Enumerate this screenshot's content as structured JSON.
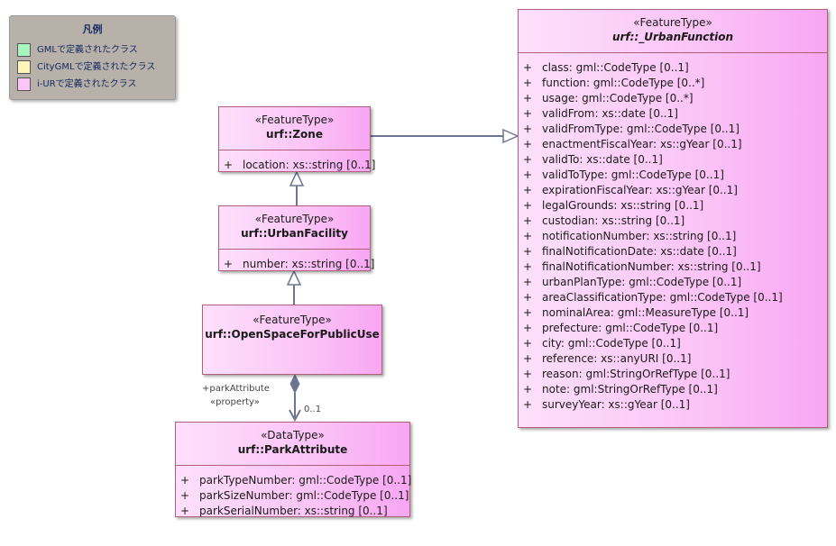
{
  "legend": {
    "title": "凡例",
    "items": [
      {
        "label": "GMLで定義されたクラス",
        "color": "#a8f5c0"
      },
      {
        "label": "CityGMLで定義されたクラス",
        "color": "#fdf6b8"
      },
      {
        "label": "i-URで定義されたクラス",
        "color": "#fbc6f7"
      }
    ]
  },
  "classes": {
    "urban_function": {
      "stereotype": "«FeatureType»",
      "name": "urf::_UrbanFunction",
      "attributes": [
        {
          "vis": "+",
          "text": "class: gml::CodeType [0..1]"
        },
        {
          "vis": "+",
          "text": "function: gml::CodeType [0..*]"
        },
        {
          "vis": "+",
          "text": "usage: gml::CodeType [0..*]"
        },
        {
          "vis": "+",
          "text": "validFrom: xs::date [0..1]"
        },
        {
          "vis": "+",
          "text": "validFromType: gml::CodeType [0..1]"
        },
        {
          "vis": "+",
          "text": "enactmentFiscalYear: xs::gYear [0..1]"
        },
        {
          "vis": "+",
          "text": "validTo: xs::date [0..1]"
        },
        {
          "vis": "+",
          "text": "validToType: gml::CodeType [0..1]"
        },
        {
          "vis": "+",
          "text": "expirationFiscalYear: xs::gYear [0..1]"
        },
        {
          "vis": "+",
          "text": "legalGrounds: xs::string [0..1]"
        },
        {
          "vis": "+",
          "text": "custodian: xs::string [0..1]"
        },
        {
          "vis": "+",
          "text": "notificationNumber: xs::string [0..1]"
        },
        {
          "vis": "+",
          "text": "finalNotificationDate: xs::date [0..1]"
        },
        {
          "vis": "+",
          "text": "finalNotificationNumber: xs::string [0..1]"
        },
        {
          "vis": "+",
          "text": "urbanPlanType: gml::CodeType [0..1]"
        },
        {
          "vis": "+",
          "text": "areaClassificationType: gml::CodeType [0..1]"
        },
        {
          "vis": "+",
          "text": "nominalArea: gml::MeasureType [0..1]"
        },
        {
          "vis": "+",
          "text": "prefecture: gml::CodeType [0..1]"
        },
        {
          "vis": "+",
          "text": "city: gml::CodeType [0..1]"
        },
        {
          "vis": "+",
          "text": "reference: xs::anyURI [0..1]"
        },
        {
          "vis": "+",
          "text": "reason: gml:StringOrRefType [0..1]"
        },
        {
          "vis": "+",
          "text": "note: gml:StringOrRefType [0..1]"
        },
        {
          "vis": "+",
          "text": "surveyYear: xs::gYear [0..1]"
        }
      ]
    },
    "zone": {
      "stereotype": "«FeatureType»",
      "name": "urf::Zone",
      "attributes": [
        {
          "vis": "+",
          "text": "location: xs::string [0..1]"
        }
      ]
    },
    "urban_facility": {
      "stereotype": "«FeatureType»",
      "name": "urf::UrbanFacility",
      "attributes": [
        {
          "vis": "+",
          "text": "number: xs::string [0..1]"
        }
      ]
    },
    "open_space": {
      "stereotype": "«FeatureType»",
      "name": "urf::OpenSpaceForPublicUse",
      "attributes": []
    },
    "park_attribute": {
      "stereotype": "«DataType»",
      "name": "urf::ParkAttribute",
      "attributes": [
        {
          "vis": "+",
          "text": "parkTypeNumber: gml::CodeType [0..1]"
        },
        {
          "vis": "+",
          "text": "parkSizeNumber: gml::CodeType [0..1]"
        },
        {
          "vis": "+",
          "text": "parkSerialNumber: xs::string [0..1]"
        }
      ]
    }
  },
  "association": {
    "role": "+parkAttribute",
    "stereotype": "«property»",
    "multiplicity": "0..1"
  }
}
